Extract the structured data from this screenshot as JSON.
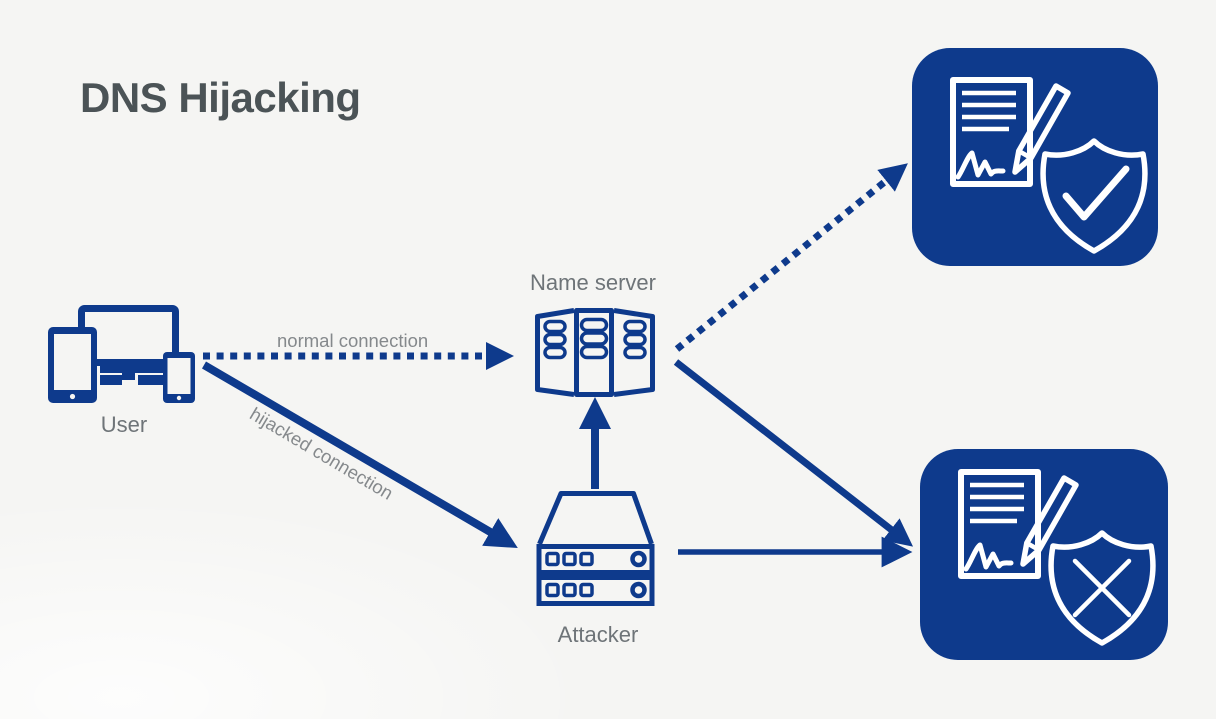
{
  "title": "DNS Hijacking",
  "nodes": {
    "user": {
      "label": "User",
      "icon": "user-devices-icon"
    },
    "name_server": {
      "label": "Name server",
      "icon": "name-server-rack-icon"
    },
    "attacker": {
      "label": "Attacker",
      "icon": "attacker-server-icon"
    }
  },
  "connections": [
    {
      "label": "normal connection",
      "from": "user",
      "to": "name_server",
      "style": "dotted-arrow"
    },
    {
      "label": "hijacked connection",
      "from": "user",
      "to": "attacker",
      "style": "solid-arrow"
    },
    {
      "label": "",
      "from": "attacker",
      "to": "name_server",
      "style": "solid-arrow"
    },
    {
      "label": "",
      "from": "name_server",
      "to": "legitimate_site",
      "style": "dotted-arrow"
    },
    {
      "label": "",
      "from": "name_server",
      "to": "fake_site",
      "style": "solid-arrow"
    },
    {
      "label": "",
      "from": "attacker",
      "to": "fake_site",
      "style": "solid-arrow"
    }
  ],
  "destinations": {
    "legitimate_site": {
      "icons": [
        "signed-document-icon",
        "pencil-icon",
        "shield-check-icon"
      ]
    },
    "fake_site": {
      "icons": [
        "signed-document-icon",
        "pencil-icon",
        "shield-x-icon"
      ]
    }
  },
  "colors": {
    "primary_blue": "#0e3a8c",
    "background": "#f5f5f3",
    "title_text": "#4b5356",
    "node_label_text": "#6e7478",
    "connection_label_text": "#85898c"
  }
}
